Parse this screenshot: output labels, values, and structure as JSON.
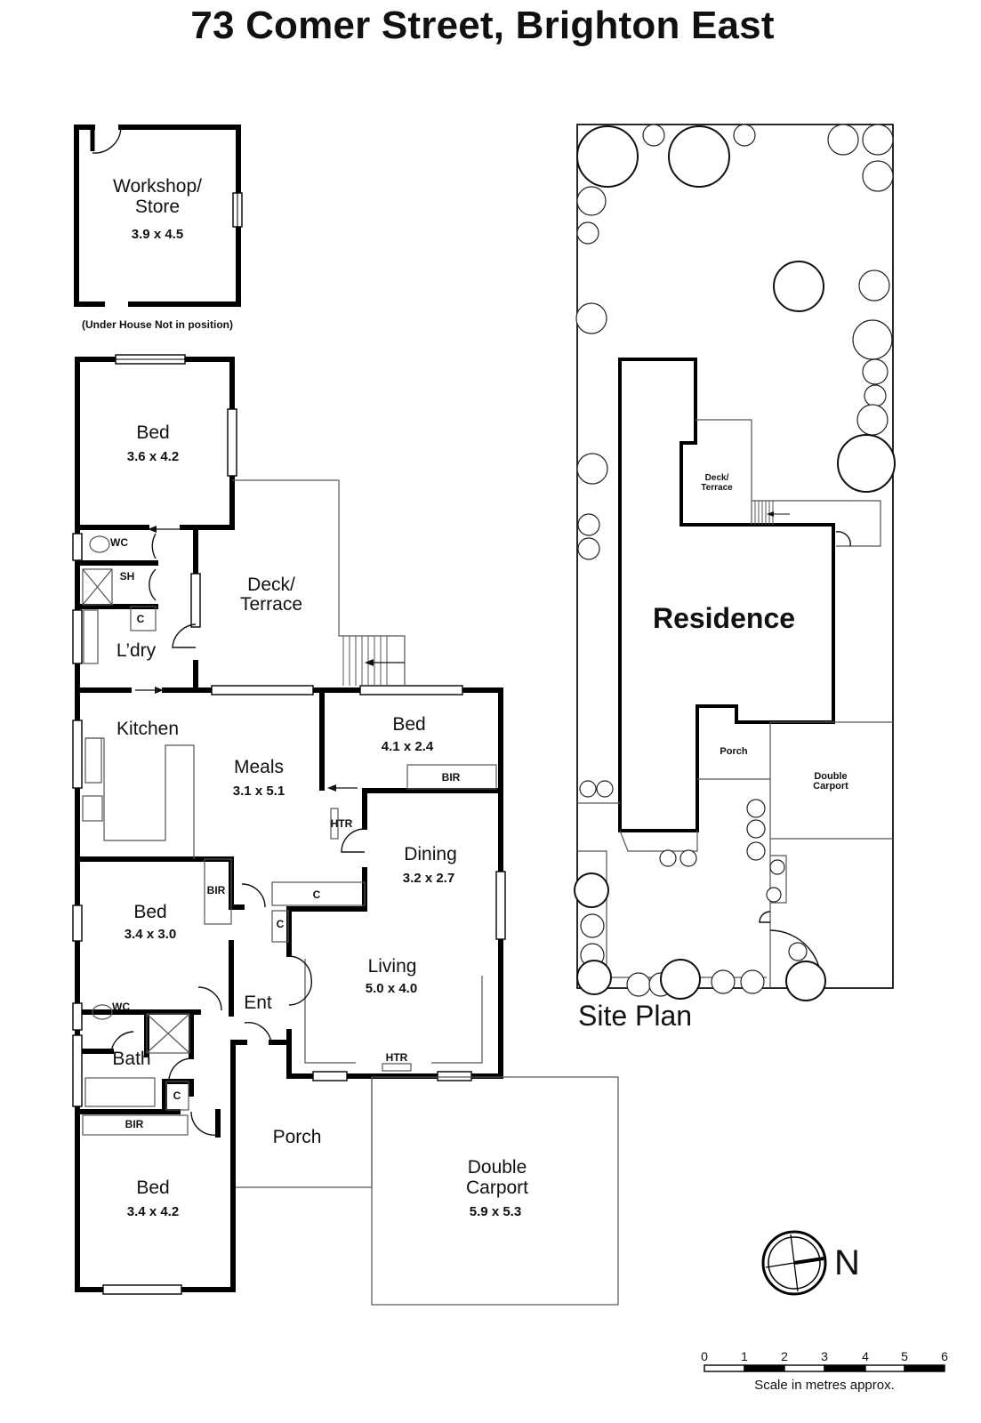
{
  "header": {
    "title": "73 Comer Street, Brighton East"
  },
  "floor_plan": {
    "workshop": {
      "name_line1": "Workshop/",
      "name_line2": "Store",
      "dimensions": "3.9 x 4.5",
      "note": "(Under House Not in position)"
    },
    "bed_rear": {
      "name": "Bed",
      "dimensions": "3.6 x 4.2"
    },
    "wc_rear": "WC",
    "shower": "SH",
    "cupboard_laundry": "C",
    "laundry": "L’dry",
    "deck": {
      "name_line1": "Deck/",
      "name_line2": "Terrace"
    },
    "kitchen": "Kitchen",
    "meals": {
      "name": "Meals",
      "dimensions": "3.1 x 5.1"
    },
    "bed_middle_right": {
      "name": "Bed",
      "dimensions": "4.1 x 2.4",
      "bir": "BIR"
    },
    "heater_meals": "HTR",
    "dining": {
      "name": "Dining",
      "dimensions": "3.2 x 2.7"
    },
    "cupboard_dining": "C",
    "cupboard_entry": "C",
    "bed_middle_left": {
      "name": "Bed",
      "dimensions": "3.4 x 3.0",
      "bir": "BIR"
    },
    "entry": "Ent",
    "living": {
      "name": "Living",
      "dimensions": "5.0 x 4.0"
    },
    "heater_living": "HTR",
    "wc_front": "WC",
    "bath": "Bath",
    "cupboard_bath": "C",
    "bir_front": "BIR",
    "bed_front": {
      "name": "Bed",
      "dimensions": "3.4 x 4.2"
    },
    "porch": "Porch",
    "carport": {
      "name_line1": "Double",
      "name_line2": "Carport",
      "dimensions": "5.9 x 5.3"
    }
  },
  "site_plan": {
    "title": "Site Plan",
    "residence": "Residence",
    "deck": {
      "line1": "Deck/",
      "line2": "Terrace"
    },
    "porch": "Porch",
    "carport": {
      "line1": "Double",
      "line2": "Carport"
    }
  },
  "compass": {
    "label": "N"
  },
  "scale": {
    "ticks": [
      "0",
      "1",
      "2",
      "3",
      "4",
      "5",
      "6"
    ],
    "caption": "Scale in metres approx."
  }
}
